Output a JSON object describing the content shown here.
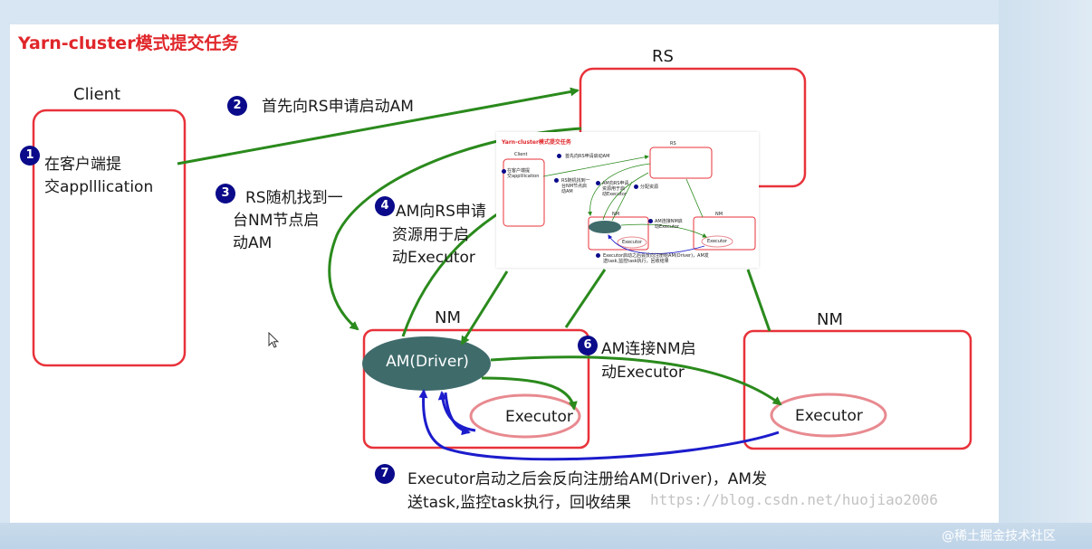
{
  "title": "Yarn-cluster模式提交任务",
  "nodes": {
    "client_label": "Client",
    "rs_label": "RS",
    "nm_left_label": "NM",
    "nm_right_label": "NM",
    "am_driver": "AM(Driver)",
    "executor_left": "Executor",
    "executor_right": "Executor"
  },
  "steps": [
    {
      "num": "1",
      "lines": [
        "在客户端提",
        "交applllication"
      ]
    },
    {
      "num": "2",
      "lines": [
        "首先向RS申请启动AM"
      ]
    },
    {
      "num": "3",
      "lines": [
        "RS随机找到一",
        "台NM节点启",
        "动AM"
      ]
    },
    {
      "num": "4",
      "lines": [
        "AM向RS申请",
        "资源用于启",
        "动Executor"
      ]
    },
    {
      "num": "6",
      "lines": [
        "AM连接NM启",
        "动Executor"
      ]
    },
    {
      "num": "7",
      "lines": [
        "Executor启动之后会反向注册给AM(Driver)，AM发",
        "送task,监控task执行，回收结果"
      ]
    }
  ],
  "thumbnail": {
    "title": "Yarn-cluster模式提交任务",
    "client": "Client",
    "rs": "RS",
    "nm1": "NM",
    "nm2": "NM",
    "step1": [
      "在客户端提",
      "交applilication"
    ],
    "step2": "首先向RS申请启动AM",
    "step3": [
      "RS随机找到一",
      "台NM节点启",
      "动AM"
    ],
    "step4": [
      "AM向RS申请",
      "资源用于启",
      "动Executor"
    ],
    "step5": "分配资源",
    "step6": [
      "AM连接NM启",
      "动Executor"
    ],
    "step7": [
      "Executor启动之后会反向注册给AM(Driver)，AM发",
      "送task,监控task执行，回收结果"
    ],
    "executor1": "Executor",
    "executor2": "Executor"
  },
  "watermark": "https://blog.csdn.net/huojiao2006",
  "footer": "@稀土掘金技术社区",
  "colors": {
    "box_border": "#e8323a",
    "arrow_green": "#2a8a1c",
    "arrow_blue": "#1c1ccc",
    "am_fill": "#3f6b6b",
    "executor_border": "#e88a90",
    "badge": "#0a0a8a",
    "title": "#e0262a"
  }
}
